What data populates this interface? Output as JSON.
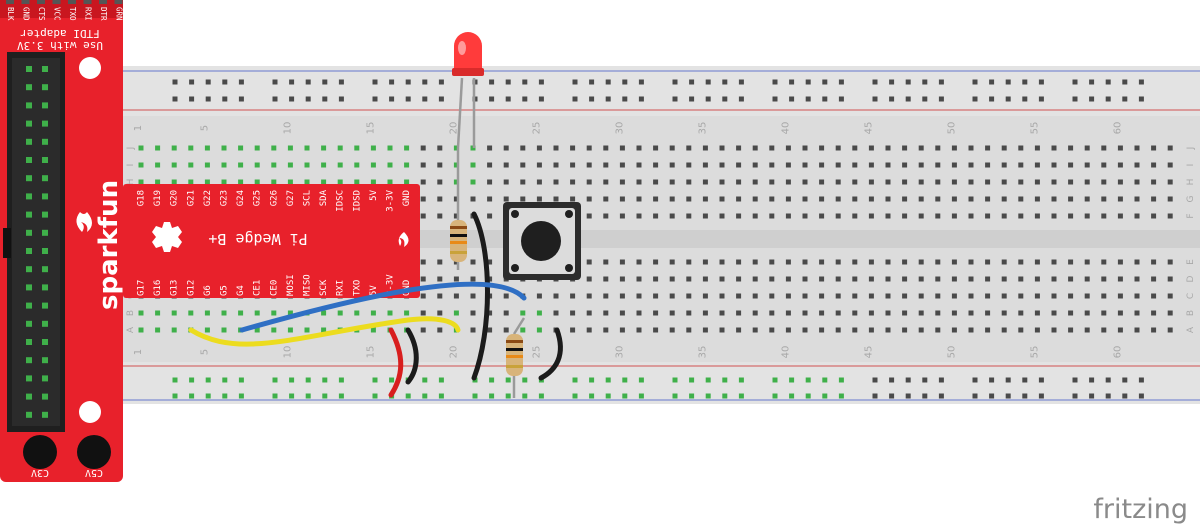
{
  "breadboard": {
    "column_numbers": [
      "1",
      "5",
      "10",
      "15",
      "20",
      "25",
      "30",
      "35",
      "40",
      "45",
      "50",
      "55",
      "60"
    ],
    "row_letters_top": [
      "J",
      "I",
      "H",
      "G",
      "F"
    ],
    "row_letters_bottom": [
      "E",
      "D",
      "C",
      "B",
      "A"
    ]
  },
  "wedge": {
    "title": "Pi Wedge B+",
    "pins_top": [
      "G18",
      "G19",
      "G20",
      "G21",
      "G22",
      "G23",
      "G24",
      "G25",
      "G26",
      "G27",
      "SCL",
      "SDA",
      "IDSC",
      "IDSD",
      "5V",
      "3-3V",
      "GND"
    ],
    "pins_bottom": [
      "G17",
      "G16",
      "G13",
      "G12",
      "G6",
      "G5",
      "G4",
      "CE1",
      "CE0",
      "MOSI",
      "MISO",
      "SCK",
      "RXI",
      "TXO",
      "5V",
      "3-3V",
      "GND"
    ]
  },
  "adapter": {
    "header_pins": [
      "BLK",
      "GND",
      "CTS",
      "VCC",
      "TXO",
      "RXI",
      "DTR",
      "GRN"
    ],
    "line1": "FTDI adapter",
    "line2": "Use with 3.3V",
    "brand": "sparkfun",
    "jack_left": "C3V",
    "jack_right": "C5V"
  },
  "colors": {
    "board_red": "#e8212b",
    "wire_blue": "#2f6fc4",
    "wire_yellow": "#ecdc1f",
    "wire_red": "#d81e1e",
    "wire_black": "#1b1b1b",
    "led_red": "#ff3b3b",
    "hole_green": "#3fb04a"
  },
  "watermark": "fritzing"
}
